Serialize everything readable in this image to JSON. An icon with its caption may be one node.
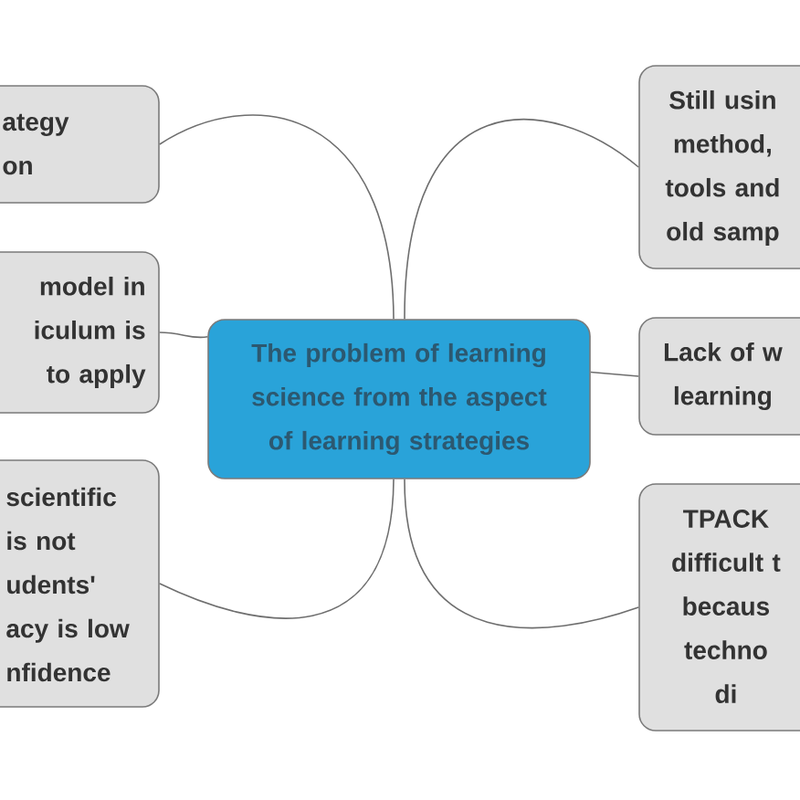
{
  "diagram": {
    "nodes": [
      {
        "text": [
          "The problem of learning science from the aspect of learning strategies"
        ]
      },
      {
        "text": [
          "ategy on"
        ]
      },
      {
        "text": [
          "model in iculum is to apply"
        ]
      },
      {
        "text": [
          "scientific is not udents' acy is low nfidence"
        ]
      },
      {
        "text": [
          "Still usin method, tools and old samp"
        ]
      },
      {
        "text": [
          "Lack of w learning"
        ]
      },
      {
        "text": [
          "TPACK difficult t becaus techno di"
        ]
      }
    ],
    "edges": [
      {
        "from": 0,
        "to": 1,
        "arrow": "none"
      },
      {
        "from": 0,
        "to": 2,
        "arrow": "none"
      },
      {
        "from": 0,
        "to": 3,
        "arrow": "none"
      },
      {
        "from": 0,
        "to": 4,
        "arrow": "none"
      },
      {
        "from": 0,
        "to": 5,
        "arrow": "none"
      },
      {
        "from": 0,
        "to": 6,
        "arrow": "none"
      }
    ]
  }
}
